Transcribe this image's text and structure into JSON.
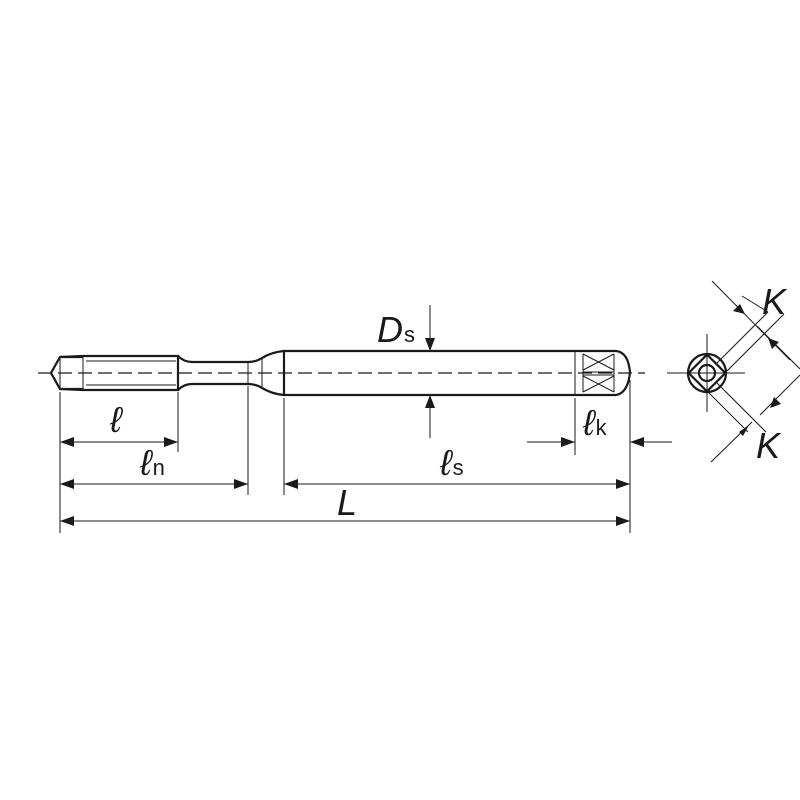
{
  "labels": {
    "l": "ℓ",
    "ln_main": "ℓ",
    "ln_sub": "n",
    "ls_main": "ℓ",
    "ls_sub": "s",
    "lk_main": "ℓ",
    "lk_sub": "k",
    "L": "L",
    "Ds_main": "D",
    "Ds_sub": "s",
    "K_top": "K",
    "K_bottom": "K"
  },
  "colors": {
    "line": "#1a1a1a",
    "background": "#ffffff"
  }
}
